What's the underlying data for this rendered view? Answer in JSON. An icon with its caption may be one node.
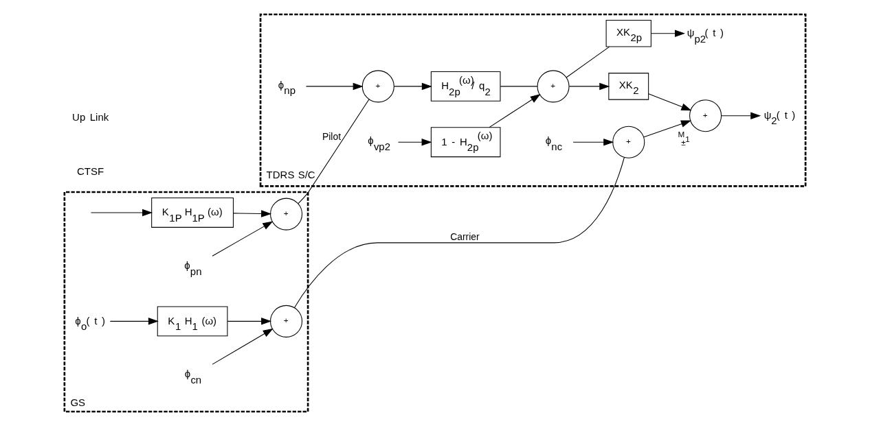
{
  "diagram": {
    "nodes": [
      {
        "text": [
          "GS"
        ]
      },
      {
        "text": [
          "K$_{1}$ H$_{1}$ (ω)"
        ],
        "in": 0
      },
      {
        "text": [
          "K$_{1P}$ H$_{1P}$ (ω)"
        ],
        "in": 0
      },
      {
        "text": [
          "+"
        ],
        "in": 0
      },
      {
        "text": [
          "+"
        ],
        "in": 0
      },
      {
        "text": [
          "TDRS S/C"
        ]
      },
      {
        "text": [
          "+"
        ],
        "in": 5
      },
      {
        "text": [
          "+"
        ],
        "in": 5,
        "beside": [
          "M$_{1}$",
          "±"
        ]
      },
      {
        "text": [
          "XK$_{2}$"
        ],
        "in": 5
      },
      {
        "text": [
          "+"
        ],
        "in": 5
      },
      {
        "text": [
          "H$_{2p}$$^{(ω)}$/ q$_{2}$"
        ],
        "in": 5
      },
      {
        "text": [
          "+"
        ],
        "in": 5
      },
      {
        "text": [
          "XK$_{2p}$"
        ],
        "in": 5
      },
      {
        "text": [
          "1 - H$_{2p}$$^{(ω)}$"
        ],
        "in": 5
      }
    ],
    "edges": [
      {
        "from": null,
        "to": 1,
        "arrow": "to",
        "label": "ϕ$_{o}$( t )"
      },
      {
        "from": null,
        "to": 2,
        "arrow": "to"
      },
      {
        "from": 1,
        "to": 3,
        "arrow": "to"
      },
      {
        "from": 2,
        "to": 4,
        "arrow": "to"
      },
      {
        "from": null,
        "to": 3,
        "arrow": "to",
        "label": "ϕ$_{cn}$"
      },
      {
        "from": null,
        "to": 4,
        "arrow": "to",
        "label": "ϕ$_{pn}$"
      },
      {
        "from": 3,
        "to": 6,
        "arrow": "none",
        "label": "Carrier"
      },
      {
        "from": 4,
        "to": 9,
        "arrow": "none",
        "label": "Pilot"
      },
      {
        "from": null,
        "to": 6,
        "arrow": "to",
        "label": "ϕ$_{nc}$"
      },
      {
        "from": 6,
        "to": 7,
        "arrow": "to"
      },
      {
        "from": 7,
        "to": null,
        "arrow": "to",
        "label": "ψ$_{2}$( t )"
      },
      {
        "from": 8,
        "to": 7,
        "arrow": "to"
      },
      {
        "from": null,
        "to": 9,
        "arrow": "to",
        "label": "ϕ$_{np}$"
      },
      {
        "from": 9,
        "to": 10,
        "arrow": "to"
      },
      {
        "from": 10,
        "to": 11,
        "arrow": "none"
      },
      {
        "from": 11,
        "to": 8,
        "arrow": "to"
      },
      {
        "from": 11,
        "to": 12,
        "arrow": "none"
      },
      {
        "from": 12,
        "to": null,
        "arrow": "to",
        "label": "ψ$_{p2}$( t )"
      },
      {
        "from": 13,
        "to": 11,
        "arrow": "to"
      },
      {
        "from": null,
        "to": 13,
        "arrow": "to",
        "label": "ϕ$_{vp2}$"
      }
    ],
    "labels": [
      "CTSF",
      "Up Link"
    ]
  }
}
